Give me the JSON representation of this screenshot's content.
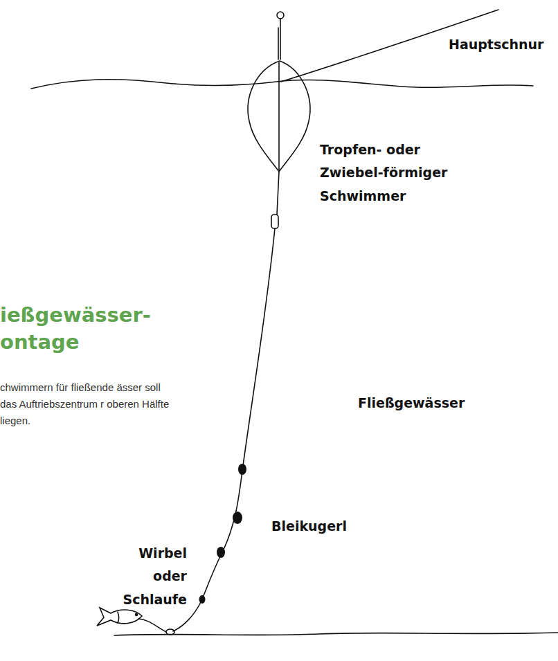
{
  "diagram": {
    "title": "ießgewässer- ontage",
    "labels": [
      "Hauptschnur",
      "Tropfen- oder Zwiebel-förmiger Schwimmer",
      "Fließgewässer",
      "Bleikugerl",
      "Wirbel oder Schlaufe",
      "chwimmern für fließende ässer soll das Auftriebszentrum r oberen Hälfte liegen."
    ]
  }
}
